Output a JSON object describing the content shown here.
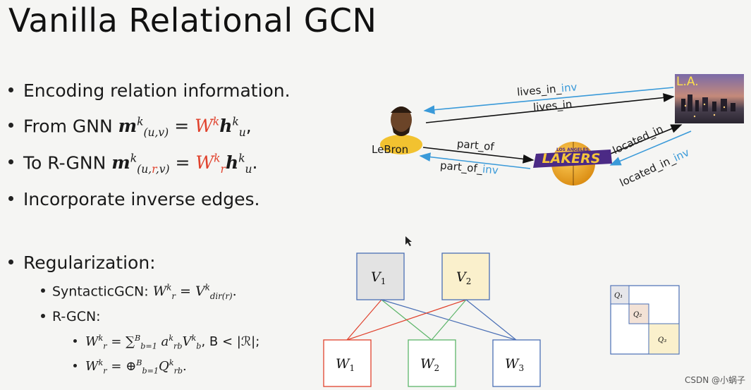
{
  "title": "Vanilla Relational GCN",
  "bullets": {
    "b1": "Encoding relation information.",
    "b2_prefix": "From GNN ",
    "b3_prefix": "To R-GNN ",
    "b4": "Incorporate inverse edges.",
    "b5": "Regularization:",
    "sub1_prefix": "SyntacticGCN:",
    "sub2": "R-GCN:",
    "ss1_tail": ", B < |ℛ|;"
  },
  "graph": {
    "lebron": "LeBron",
    "la": "L.A.",
    "lives_in": "lives_in",
    "lives_in_inv_a": "lives_in_",
    "lives_in_inv_b": "inv",
    "part_of": "part_of",
    "part_of_inv_a": "part_of_",
    "part_of_inv_b": "inv",
    "located_in": "located_in",
    "located_in_inv_a": "located_in_",
    "located_in_inv_b": "inv",
    "lakers_top": "LOS ANGELES",
    "lakers": "LAKERS"
  },
  "matrices": {
    "v1": "V",
    "v1_sub": "1",
    "v2": "V",
    "v2_sub": "2",
    "w1": "W",
    "w1_sub": "1",
    "w2": "W",
    "w2_sub": "2",
    "w3": "W",
    "w3_sub": "3",
    "q1": "Q₁",
    "q2": "Q₂",
    "q3": "Q₃"
  },
  "watermark": "CSDN @小蜗子",
  "colors": {
    "red": "#e0412c",
    "blue": "#3a9ad9",
    "v1_fill": "#e3e3e3",
    "v2_fill": "#faf0cc",
    "w1_stroke": "#e0412c",
    "w2_stroke": "#5db56a",
    "w3_stroke": "#4a6fb5"
  }
}
